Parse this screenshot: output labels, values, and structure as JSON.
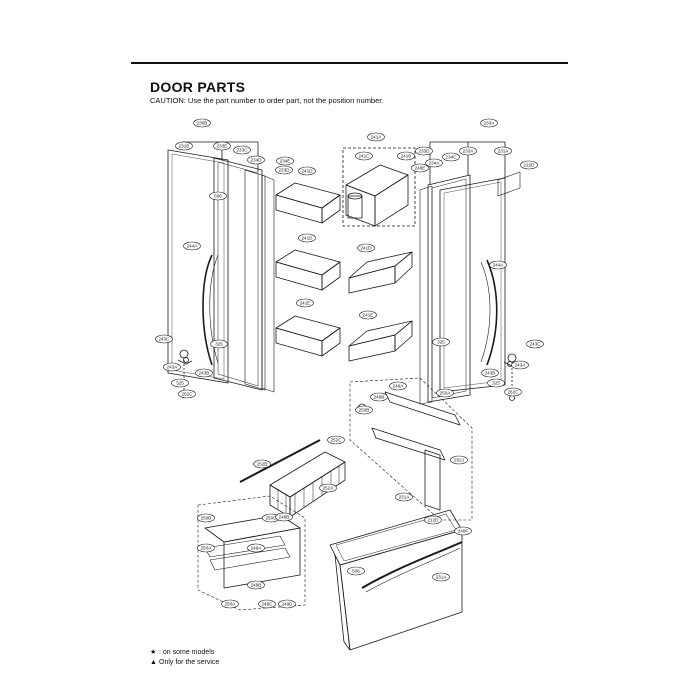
{
  "page": {
    "title": "DOOR PARTS",
    "caution": "CAUTION: Use the part number to order part, not the position number."
  },
  "legend": [
    {
      "symbol": "★",
      "text": ": on some models"
    },
    {
      "symbol": "▲",
      "text": "Only for the service"
    }
  ],
  "callouts": [
    "230B",
    "231B",
    "233E",
    "233C",
    "234D",
    "234E",
    "241D",
    "241A",
    "241C",
    "241B",
    "233A",
    "233D",
    "234A",
    "234C",
    "233A",
    "231A",
    "212D",
    "506",
    "244A",
    "241D",
    "241D",
    "244A",
    "241E",
    "241E",
    "243C",
    "325",
    "243A",
    "243B",
    "325",
    "262C",
    "243B",
    "325",
    "243A",
    "262C",
    "243C",
    "325",
    "249A",
    "249B",
    "250B",
    "250A",
    "252J",
    "252C",
    "252A",
    "252B",
    "250B",
    "250C",
    "250A",
    "250A",
    "231A",
    "212D",
    "506",
    "231A",
    "249A",
    "249B",
    "249C",
    "249D",
    "248B",
    "248F",
    "248E",
    "233D"
  ],
  "colors": {
    "line": "#1a1a1a",
    "callout_fill": "#ffffff"
  }
}
